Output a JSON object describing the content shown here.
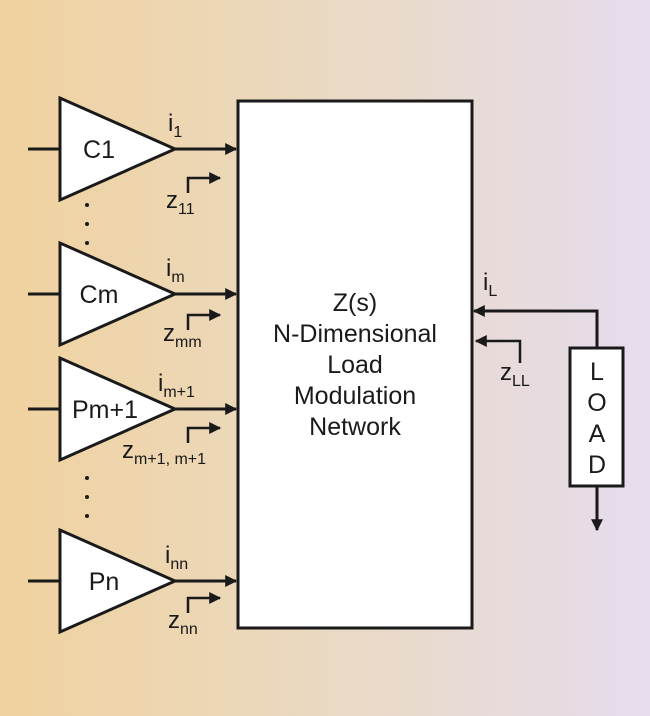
{
  "diagram": {
    "amplifiers": [
      {
        "label": "C1",
        "current": "i",
        "current_sub": "1",
        "impedance": "z",
        "impedance_sub": "11"
      },
      {
        "label": "Cm",
        "current": "i",
        "current_sub": "m",
        "impedance": "z",
        "impedance_sub": "mm"
      },
      {
        "label": "Pm+1",
        "current": "i",
        "current_sub": "m+1",
        "impedance": "z",
        "impedance_sub": "m+1, m+1"
      },
      {
        "label": "Pn",
        "current": "i",
        "current_sub": "nn",
        "impedance": "z",
        "impedance_sub": "nn"
      }
    ],
    "network": {
      "line1": "Z(s)",
      "line2": "N-Dimensional",
      "line3": "Load",
      "line4": "Modulation",
      "line5": "Network"
    },
    "load": {
      "letters": [
        "L",
        "O",
        "A",
        "D"
      ],
      "current": "i",
      "current_sub": "L",
      "impedance": "z",
      "impedance_sub": "LL"
    },
    "colors": {
      "stroke": "#1a1a1a",
      "box_fill": "#ffffff",
      "background_left": "#f0d29e",
      "background_right": "#e6dcee"
    }
  }
}
